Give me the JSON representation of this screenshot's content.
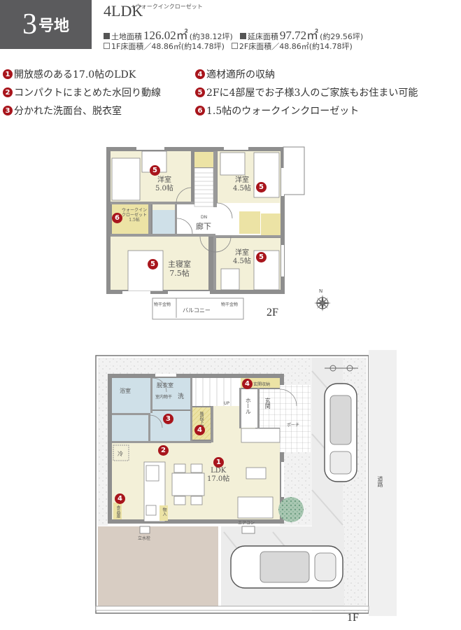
{
  "header": {
    "lot_number": "3",
    "lot_suffix": "号地",
    "plan_type": "4LDK",
    "plan_type_sub": "+ウォークインクローゼット",
    "land_area_label": "土地面積",
    "land_area_value": "126.02㎡",
    "land_area_tsubo": "(約38.12坪)",
    "floor_area_label": "延床面積",
    "floor_area_value": "97.72㎡",
    "floor_area_tsubo": "(約29.56坪)",
    "floor1_area": "1F床面積／48.86㎡(約14.78坪)",
    "floor2_area": "2F床面積／48.86㎡(約14.78坪)"
  },
  "features": [
    {
      "num": "1",
      "text": "開放感のある17.0帖のLDK"
    },
    {
      "num": "2",
      "text": "コンパクトにまとめた水回り動線"
    },
    {
      "num": "3",
      "text": "分かれた洗面台、脱衣室"
    },
    {
      "num": "4",
      "text": "適材適所の収納"
    },
    {
      "num": "5",
      "text": "2Fに4部屋でお子様3人のご家族もお住まい可能"
    },
    {
      "num": "6",
      "text": "1.5帖のウォークインクローゼット"
    }
  ],
  "floor2": {
    "label": "2F",
    "rooms": {
      "western1": "洋室\n5.0帖",
      "western2": "洋室\n4.5帖",
      "western3": "洋室\n4.5帖",
      "master": "主寝室\n7.5帖",
      "wic": "ウォークイン\nクローゼット\n1.5帖",
      "hallway": "廊下",
      "dn": "DN",
      "balcony": "バルコニー",
      "handrail_left": "物干金物",
      "handrail_right": "物干金物"
    },
    "compass": "N"
  },
  "floor1": {
    "label": "1F",
    "rooms": {
      "bath": "浴室",
      "dressing": "脱衣室",
      "indoor_dry": "室内物干",
      "wash": "洗",
      "ldk": "LDK\n17.0帖",
      "hall": "ホール",
      "entrance": "玄関",
      "entrance_storage": "玄関収納",
      "under_stairs": "階段下物入",
      "up": "UP",
      "fridge": "冷",
      "pantry": "食品庫",
      "storage": "物入",
      "porch": "ポーチ",
      "faucet": "立水栓",
      "aircon": "エアコン",
      "road": "道路"
    }
  },
  "colors": {
    "accent_red": "#a8151c",
    "badge_gray": "#5b5b5d",
    "room_cream": "#f3f0d8",
    "water_blue": "#cfe0e8",
    "storage_yellow": "#ece3a5",
    "garden_brown": "#d8cdc3",
    "wall_gray": "#8e8e8e"
  }
}
